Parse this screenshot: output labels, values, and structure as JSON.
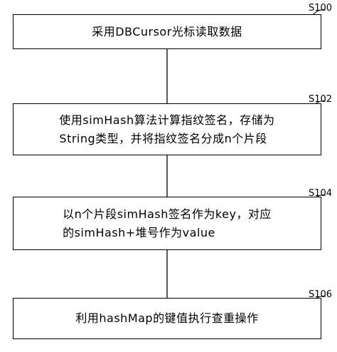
{
  "steps": [
    {
      "id": "S100",
      "text": "采用DBCursor光标读取数据"
    },
    {
      "id": "S102",
      "text": "使用simHash算法计算指纹签名，存储为\nString类型，并将指纹签名分成n个片段"
    },
    {
      "id": "S104",
      "text": "以n个片段simHash签名作为key，对应\n的simHash+堆号作为value"
    },
    {
      "id": "S106",
      "text": "利用hashMap的键值执行查重操作"
    }
  ]
}
